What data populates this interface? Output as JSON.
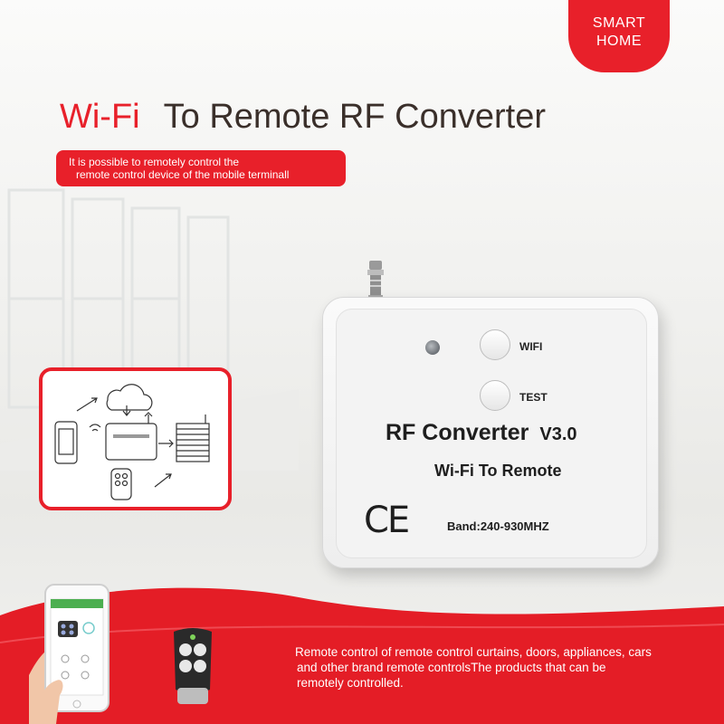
{
  "badge": {
    "line1": "SMART",
    "line2": "HOME"
  },
  "title": {
    "wifi": "Wi-Fi",
    "rest": "To Remote RF Converter"
  },
  "subtitle": {
    "line1": "It is possible to remotely control the",
    "line2": "remote control device of the mobile terminall"
  },
  "device": {
    "wifi_label": "WIFI",
    "test_label": "TEST",
    "name": "RF Converter",
    "version": "V3.0",
    "subtitle": "Wi-Fi To Remote",
    "ce_mark": "CE",
    "band": "Band:240-930MHZ"
  },
  "footer": {
    "line1": "Remote control of remote control curtains, doors, appliances, cars",
    "line2": "and other brand remote controlsThe products that can be",
    "line3": "remotely controlled."
  },
  "colors": {
    "accent": "#e8202a",
    "title_dark": "#3a2f2a",
    "band_red": "#e41d26"
  },
  "icons": [
    "cloud-icon",
    "smartphone-icon",
    "wifi-signal-icon",
    "converter-box-icon",
    "curtain-icon",
    "remote-fob-icon",
    "arrow-icon",
    "antenna-icon"
  ]
}
